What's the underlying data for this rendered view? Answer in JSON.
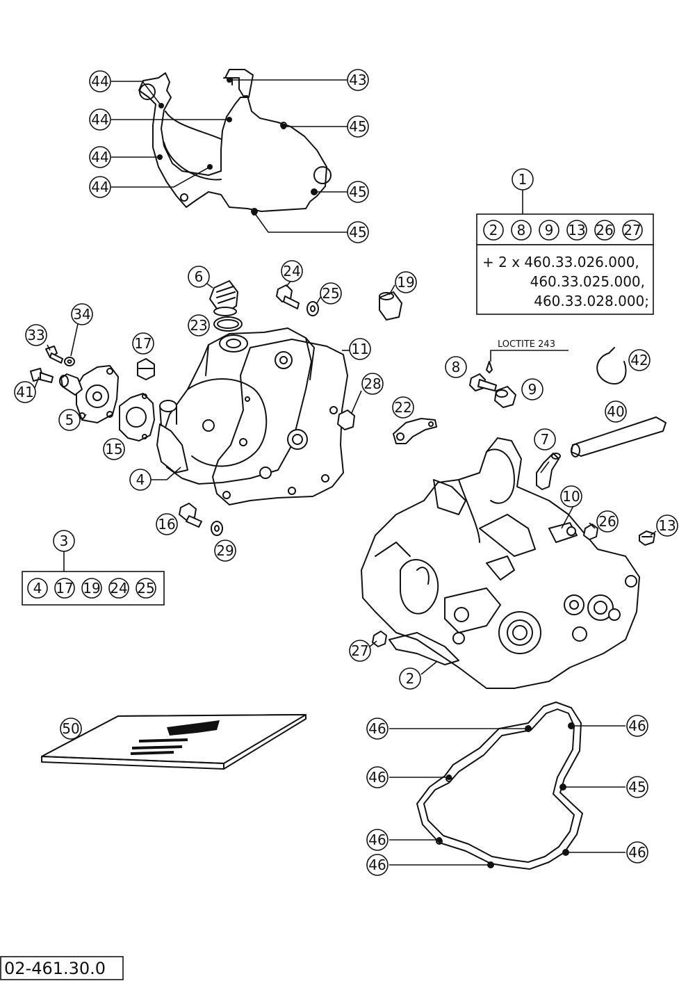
{
  "drawing_number": "02-461.30.0",
  "loctite_note": "LOCTITE 243",
  "callouts": {
    "p1": "1",
    "p2": "2",
    "p3": "3",
    "p4": "4",
    "p5": "5",
    "p6": "6",
    "p7": "7",
    "p8": "8",
    "p9": "9",
    "p10": "10",
    "p11": "11",
    "p13": "13",
    "p15": "15",
    "p16": "16",
    "p17": "17",
    "p19": "19",
    "p22": "22",
    "p23": "23",
    "p24": "24",
    "p25": "25",
    "p26": "26",
    "p27": "27",
    "p28": "28",
    "p29": "29",
    "p33": "33",
    "p34": "34",
    "p40": "40",
    "p41": "41",
    "p42": "42",
    "p43": "43",
    "p44a": "44",
    "p44b": "44",
    "p44c": "44",
    "p44d": "44",
    "p45a": "45",
    "p45b": "45",
    "p45c": "45",
    "p45d": "45",
    "p46a": "46",
    "p46b": "46",
    "p46c": "46",
    "p46d": "46",
    "p46e": "46",
    "p50": "50"
  },
  "kit_1": {
    "items": [
      "2",
      "8",
      "9",
      "13",
      "26",
      "27"
    ],
    "line1": "+ 2 x 460.33.026.000,",
    "line2": "460.33.025.000,",
    "line3": "460.33.028.000;"
  },
  "kit_3": {
    "items": [
      "4",
      "17",
      "19",
      "24",
      "25"
    ]
  }
}
